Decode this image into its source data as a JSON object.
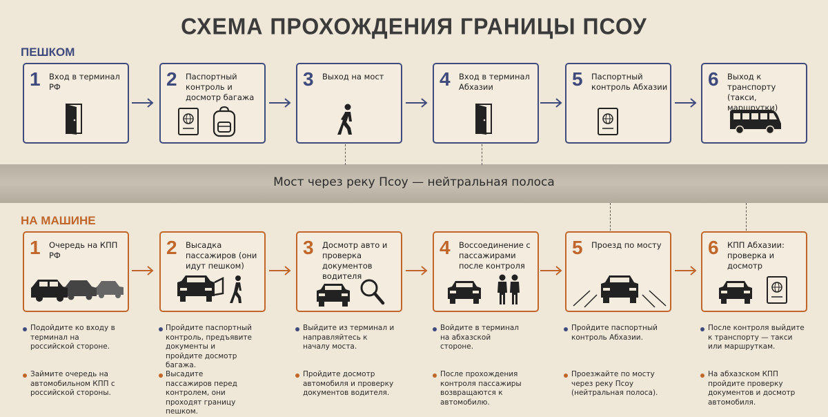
{
  "title": "СХЕМА ПРОХОЖДЕНИЯ ГРАНИЦЫ ПСОУ",
  "walk": {
    "label": "ПЕШКОМ",
    "steps": [
      {
        "num": "1",
        "text": "Вход в терминал РФ",
        "icon": "door-icon"
      },
      {
        "num": "2",
        "text": "Паспортный контроль и досмотр багажа",
        "icon": "passport-backpack-icon"
      },
      {
        "num": "3",
        "text": "Выход на мост",
        "icon": "walking-person-icon"
      },
      {
        "num": "4",
        "text": "Вход в терминал Абхазии",
        "icon": "door-icon"
      },
      {
        "num": "5",
        "text": "Паспортный контроль Абхазии",
        "icon": "passport-icon"
      },
      {
        "num": "6",
        "text": "Выход к транспорту (такси, маршрутки)",
        "icon": "minibus-icon"
      }
    ]
  },
  "bridge": "Мост через реку Псоу — нейтральная полоса",
  "car": {
    "label": "НА МАШИНЕ",
    "steps": [
      {
        "num": "1",
        "text": "Очередь на КПП РФ",
        "icon": "car-queue-icon"
      },
      {
        "num": "2",
        "text": "Высадка пассажиров (они идут пешком)",
        "icon": "car-open-door-person-icon"
      },
      {
        "num": "3",
        "text": "Досмотр авто и проверка документов водителя",
        "icon": "car-magnifier-icon"
      },
      {
        "num": "4",
        "text": "Воссоединение с пассажирами после контроля",
        "icon": "car-people-icon"
      },
      {
        "num": "5",
        "text": "Проезд по мосту",
        "icon": "car-bridge-icon"
      },
      {
        "num": "6",
        "text": "КПП Абхазии: проверка и досмотр",
        "icon": "car-passport-icon"
      }
    ]
  },
  "notes": [
    {
      "walk": "Подойдите ко входу в терминал на российской стороне.",
      "car": "Займите очередь на автомобильном КПП с российской стороны."
    },
    {
      "walk": "Пройдите паспортный контроль, предъявите документы и пройдите досмотр багажа.",
      "car": "Высадите пассажиров перед контролем, они проходят границу пешком."
    },
    {
      "walk": "Выйдите из терминал и направляйтесь к началу моста.",
      "car": "Пройдите досмотр автомобиля и проверку документов водителя."
    },
    {
      "walk": "Войдите в терминал на абхазской стороне.",
      "car": "После прохождения контроля пассажиры возвращаются к автомобилю."
    },
    {
      "walk": "Пройдите паспортный контроль Абхазии.",
      "car": "Проезжайте по мосту через реку Псоу (нейтральная полоса)."
    },
    {
      "walk": "После контроля выйдите к транспорту — такси или маршруткам.",
      "car": "На абхазском КПП пройдите проверку документов и досмотр автомобиля."
    }
  ],
  "colors": {
    "walk": "#3e4a7c",
    "car": "#c0662a",
    "background": "#efe7d8"
  }
}
